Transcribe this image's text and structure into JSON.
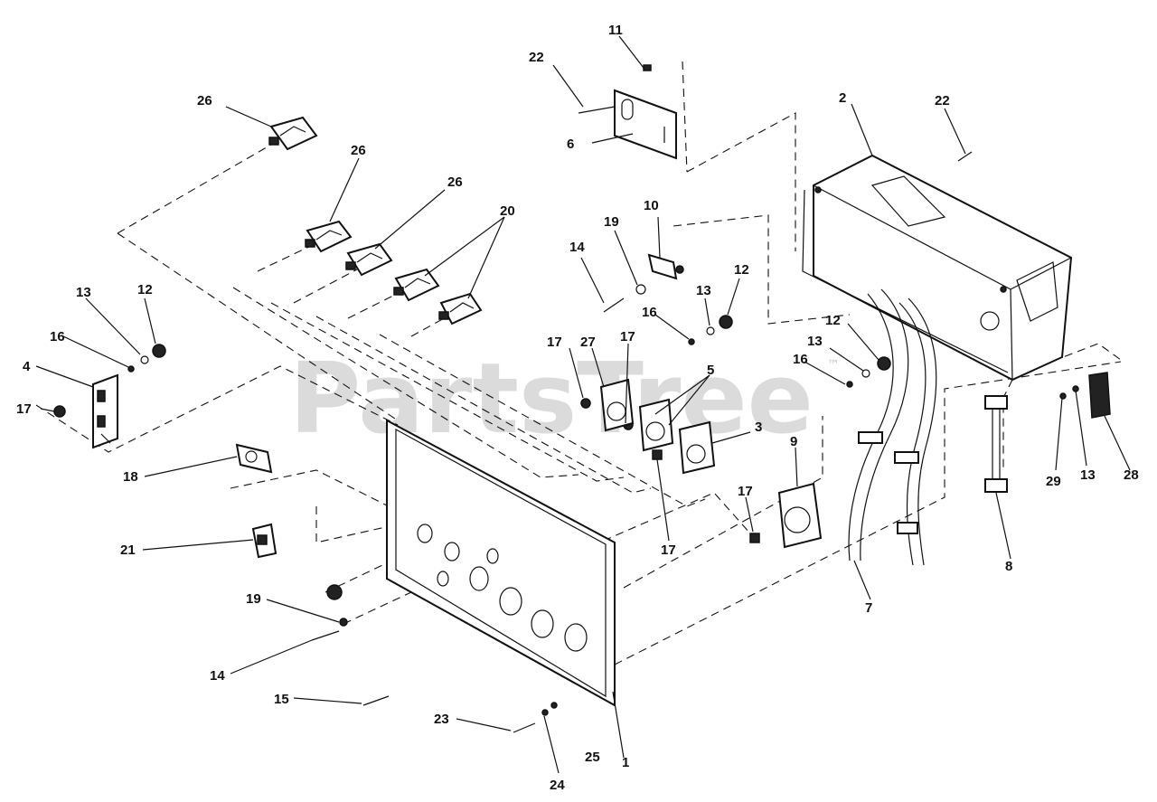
{
  "watermark": {
    "text": "PartsTree",
    "trademark": "™"
  },
  "callouts": [
    "26",
    "26",
    "26",
    "20",
    "22",
    "11",
    "6",
    "10",
    "19",
    "14",
    "12",
    "13",
    "16",
    "2",
    "22",
    "4",
    "13",
    "12",
    "16",
    "17",
    "18",
    "21",
    "19",
    "14",
    "15",
    "23",
    "24",
    "25",
    "1",
    "17",
    "27",
    "17",
    "5",
    "3",
    "17",
    "9",
    "17",
    "12",
    "13",
    "16",
    "7",
    "8",
    "29",
    "13",
    "28"
  ],
  "colors": {
    "ink": "#111111",
    "background": "#ffffff",
    "watermark": "#cfcfcf"
  }
}
